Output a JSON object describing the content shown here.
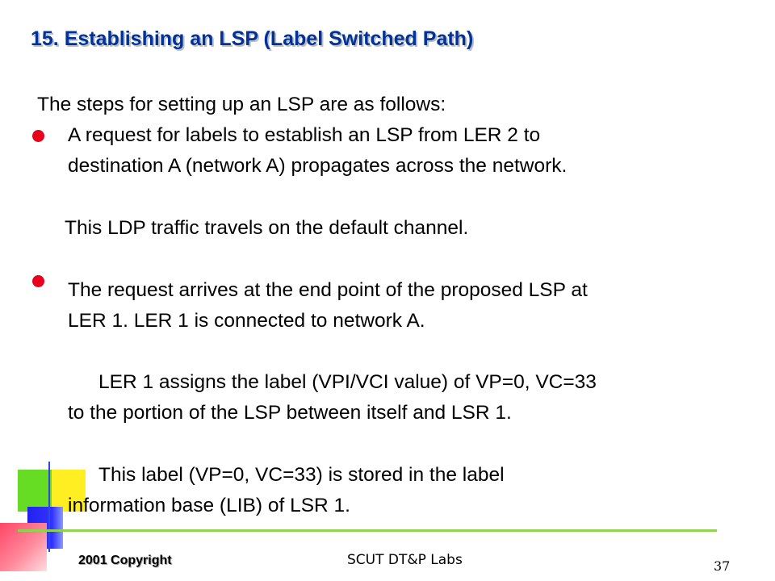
{
  "slide": {
    "title": "15. Establishing an LSP (Label Switched Path)",
    "intro": "The steps for setting up an LSP are as follows:",
    "bullet_1": {
      "line_1": "A request for labels to establish an LSP from LER 2 to",
      "line_2": "destination A (network A) propagates across the network."
    },
    "note_1": "This LDP traffic travels on the default channel.",
    "bullet_2": {
      "line_1": "The request arrives at the end point of the proposed LSP at",
      "line_2": "LER 1. LER 1 is connected to network A."
    },
    "paragraph_3": {
      "line_1": "LER 1 assigns the label (VPI/VCI value) of VP=0, VC=33",
      "line_2": "to the portion of the LSP between itself and LSR 1."
    },
    "paragraph_4": {
      "line_1": "This label (VP=0, VC=33) is stored in the label",
      "line_2": "information base (LIB) of LSR 1."
    }
  },
  "footer": {
    "copyright": "2001 Copyright",
    "lab": "SCUT DT&P Labs",
    "page_number": "37"
  },
  "colors": {
    "title": "#003399",
    "bullet": "#e8001c",
    "rule": "#8fd24f"
  }
}
